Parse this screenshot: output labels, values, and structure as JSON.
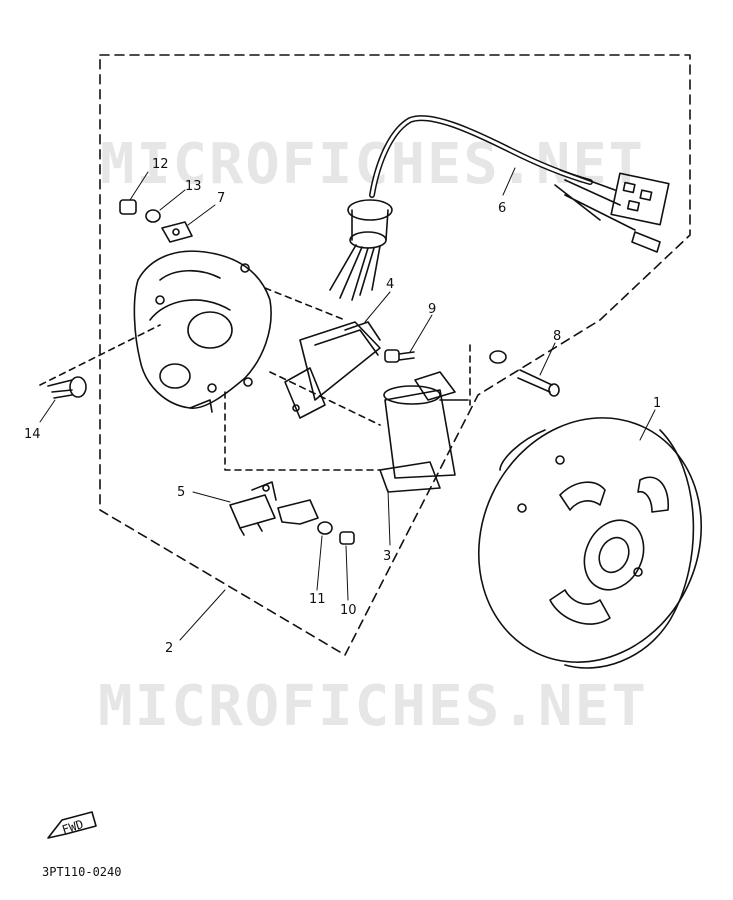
{
  "watermark": {
    "top": "MICROFICHES.NET",
    "bottom": "MICROFICHES.NET"
  },
  "callouts": {
    "c1": "1",
    "c2": "2",
    "c3": "3",
    "c4": "4",
    "c5": "5",
    "c6": "6",
    "c7": "7",
    "c8": "8",
    "c9": "9",
    "c10": "10",
    "c11": "11",
    "c12": "12",
    "c13": "13",
    "c14": "14"
  },
  "fwd_label": "FWD",
  "diagram_code": "3PT110-0240",
  "colors": {
    "line": "#111111",
    "watermark": "#e6e6e6",
    "background": "#ffffff"
  }
}
